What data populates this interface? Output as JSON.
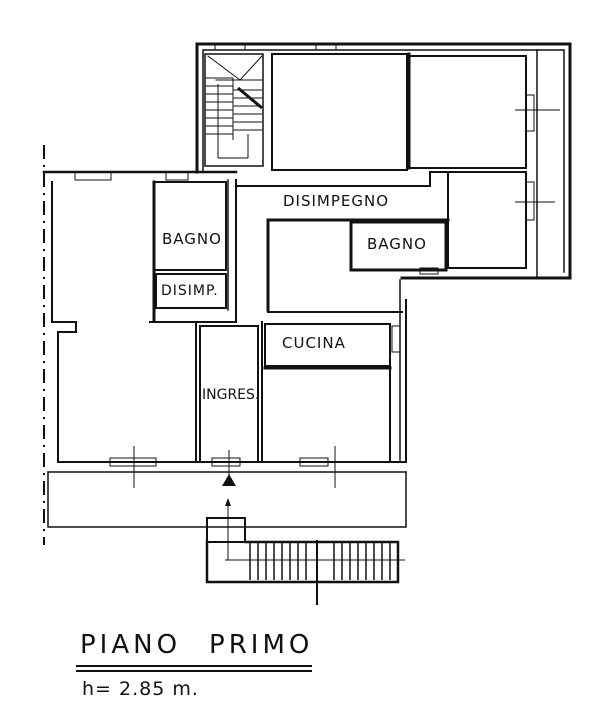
{
  "plan": {
    "title_word1": "PIANO",
    "title_word2": "PRIMO",
    "ceiling_height": "h= 2.85 m.",
    "rooms": [
      {
        "id": "disimpegno",
        "label": "DISIMPEGNO"
      },
      {
        "id": "bagno-left",
        "label": "BAGNO"
      },
      {
        "id": "bagno-right",
        "label": "BAGNO"
      },
      {
        "id": "disimp",
        "label": "DISIMP."
      },
      {
        "id": "cucina",
        "label": "CUCINA"
      },
      {
        "id": "ingres",
        "label": "INGRES."
      }
    ]
  },
  "colors": {
    "ink": "#111111",
    "paper": "#ffffff"
  }
}
